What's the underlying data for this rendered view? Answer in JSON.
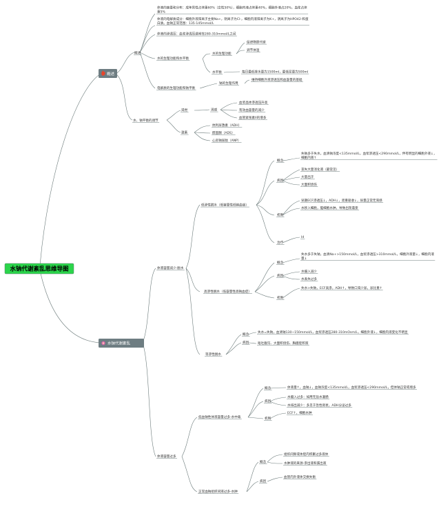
{
  "root": {
    "label": "水钠代谢紊乱思维导图"
  },
  "colors": {
    "root_bg": "#2bd54b",
    "branch_bg": "#6e7d82",
    "line": "#6b7a7a"
  },
  "branches": {
    "a": {
      "label": "概述",
      "icon": "fire-icon"
    },
    "b": {
      "label": "水钠代谢紊乱",
      "icon": "flower-icon"
    }
  },
  "a": {
    "n1": "体液的容量和分布：成年男性占体重60%（女性50%），细胞内液占体重40%，细胞外液占20%，血浆占体重5%",
    "n2": "体液的电解质成分：细胞外液阳离子主要Na+，阴离子为Cl-，细胞内液阳离子为K+，阴离子为HPO42-和蛋白质。血钠正常范围：135-145mmol/L",
    "n3": "体液的渗透压：血浆渗透压通常在280-310mmol/L之间",
    "n4": "水的生理功能和水平衡",
    "n4a": "水的生理功能",
    "n4a1": "促进物质代谢",
    "n4a2": "调节体温",
    "n4b": "水平衡",
    "n4b1": "每日最低排水量为1500ml，最低尿量为500ml",
    "n5": "电解质的生理功能和钠平衡",
    "n5a": "钠的生理作用",
    "n5a1": "维持细胞外液渗透压和血容量的基础",
    "n6": "水、钠平衡的调节",
    "n6a": "渴觉",
    "n6a1": "渴感",
    "n6a1a": "血浆晶体渗透压升高",
    "n6a1b": "有效血容量的减少",
    "n6a1c": "血管紧张素II的增多",
    "n6b": "激素",
    "n6b1": "抗利尿激素（ADH）",
    "n6b2": "醛固酮（ADS）",
    "n6b3": "心房钠尿肽（ANP）"
  },
  "b": {
    "low": "体液容量减少-脱水",
    "p1": "低渗性脱水（低容量性低钠血症）",
    "p1a": "概念",
    "p1a1": "失钠多于失水，血清钠浓度<135mmol/L，血浆渗透压<290mmol/L，伴有明显的细胞外液↓，细胞内液↑",
    "p1b": "病因",
    "p1b1": "丧失大量消化液（最常见）",
    "p1b2": "大量出汗",
    "p1b3": "大面积烧伤",
    "p1c": "机制",
    "p1c1": "早期ECF渗透压↓，ADH↓，肾重吸收↓，尿量正常无渴感",
    "p1c2": "水移入细胞，脑细胞水肿，导致出现谵妄",
    "p1d": "治疗",
    "p1d1": "Id",
    "p2": "高渗性脱水（低容量性高钠血症）",
    "p2a": "概念",
    "p2a1": "失水多于失钠，血清Na+>150mmol/L，血浆渗透压>310mmol/L，细胞外液量↓，细胞内液量↓",
    "p2b": "病因",
    "p2b1": "水摄入减少",
    "p2b2": "水丢失过多",
    "p2c": "机制",
    "p2c1": "失水>失钠，ECF高渗，ADH↑，导致口渴少尿，尿比重↑",
    "p3": "等渗性脱水",
    "p3a": "概念",
    "p3a1": "失水=失钠，血清钠130~150mmol/L，血浆渗透压280-310mOsm/L，细胞外液↓，细胞内液变化不明显",
    "p3b": "病因",
    "p3b1": "呕吐腹泻、大面积烧伤、胸膜腔积液",
    "high": "体液容量过多",
    "q1": "低血钠性体液容量过多-水中毒",
    "q1a": "概念",
    "q1a1": "体液量↑，血钠↓，血钠浓度<135mmol/L，血浆渗透压<290mmol/L，但体钠正常或增多",
    "q1b": "病因",
    "q1b1": "水摄入过多：如用无盐水灌肠",
    "q1b2": "水排出减少：多见于急性肾衰，ADH分泌过多",
    "q1c": "机制",
    "q1c1": "ECF↑，细胞水肿",
    "q2": "正常血钠组织间液过多-水肿",
    "q2a": "概念",
    "q2a1": "组织间隙或体腔内积聚过多液体",
    "q2a2": "水肿液的来源-渗出液和漏出液",
    "q2b": "病因",
    "q2b1": "血管内外液体交换失衡"
  }
}
